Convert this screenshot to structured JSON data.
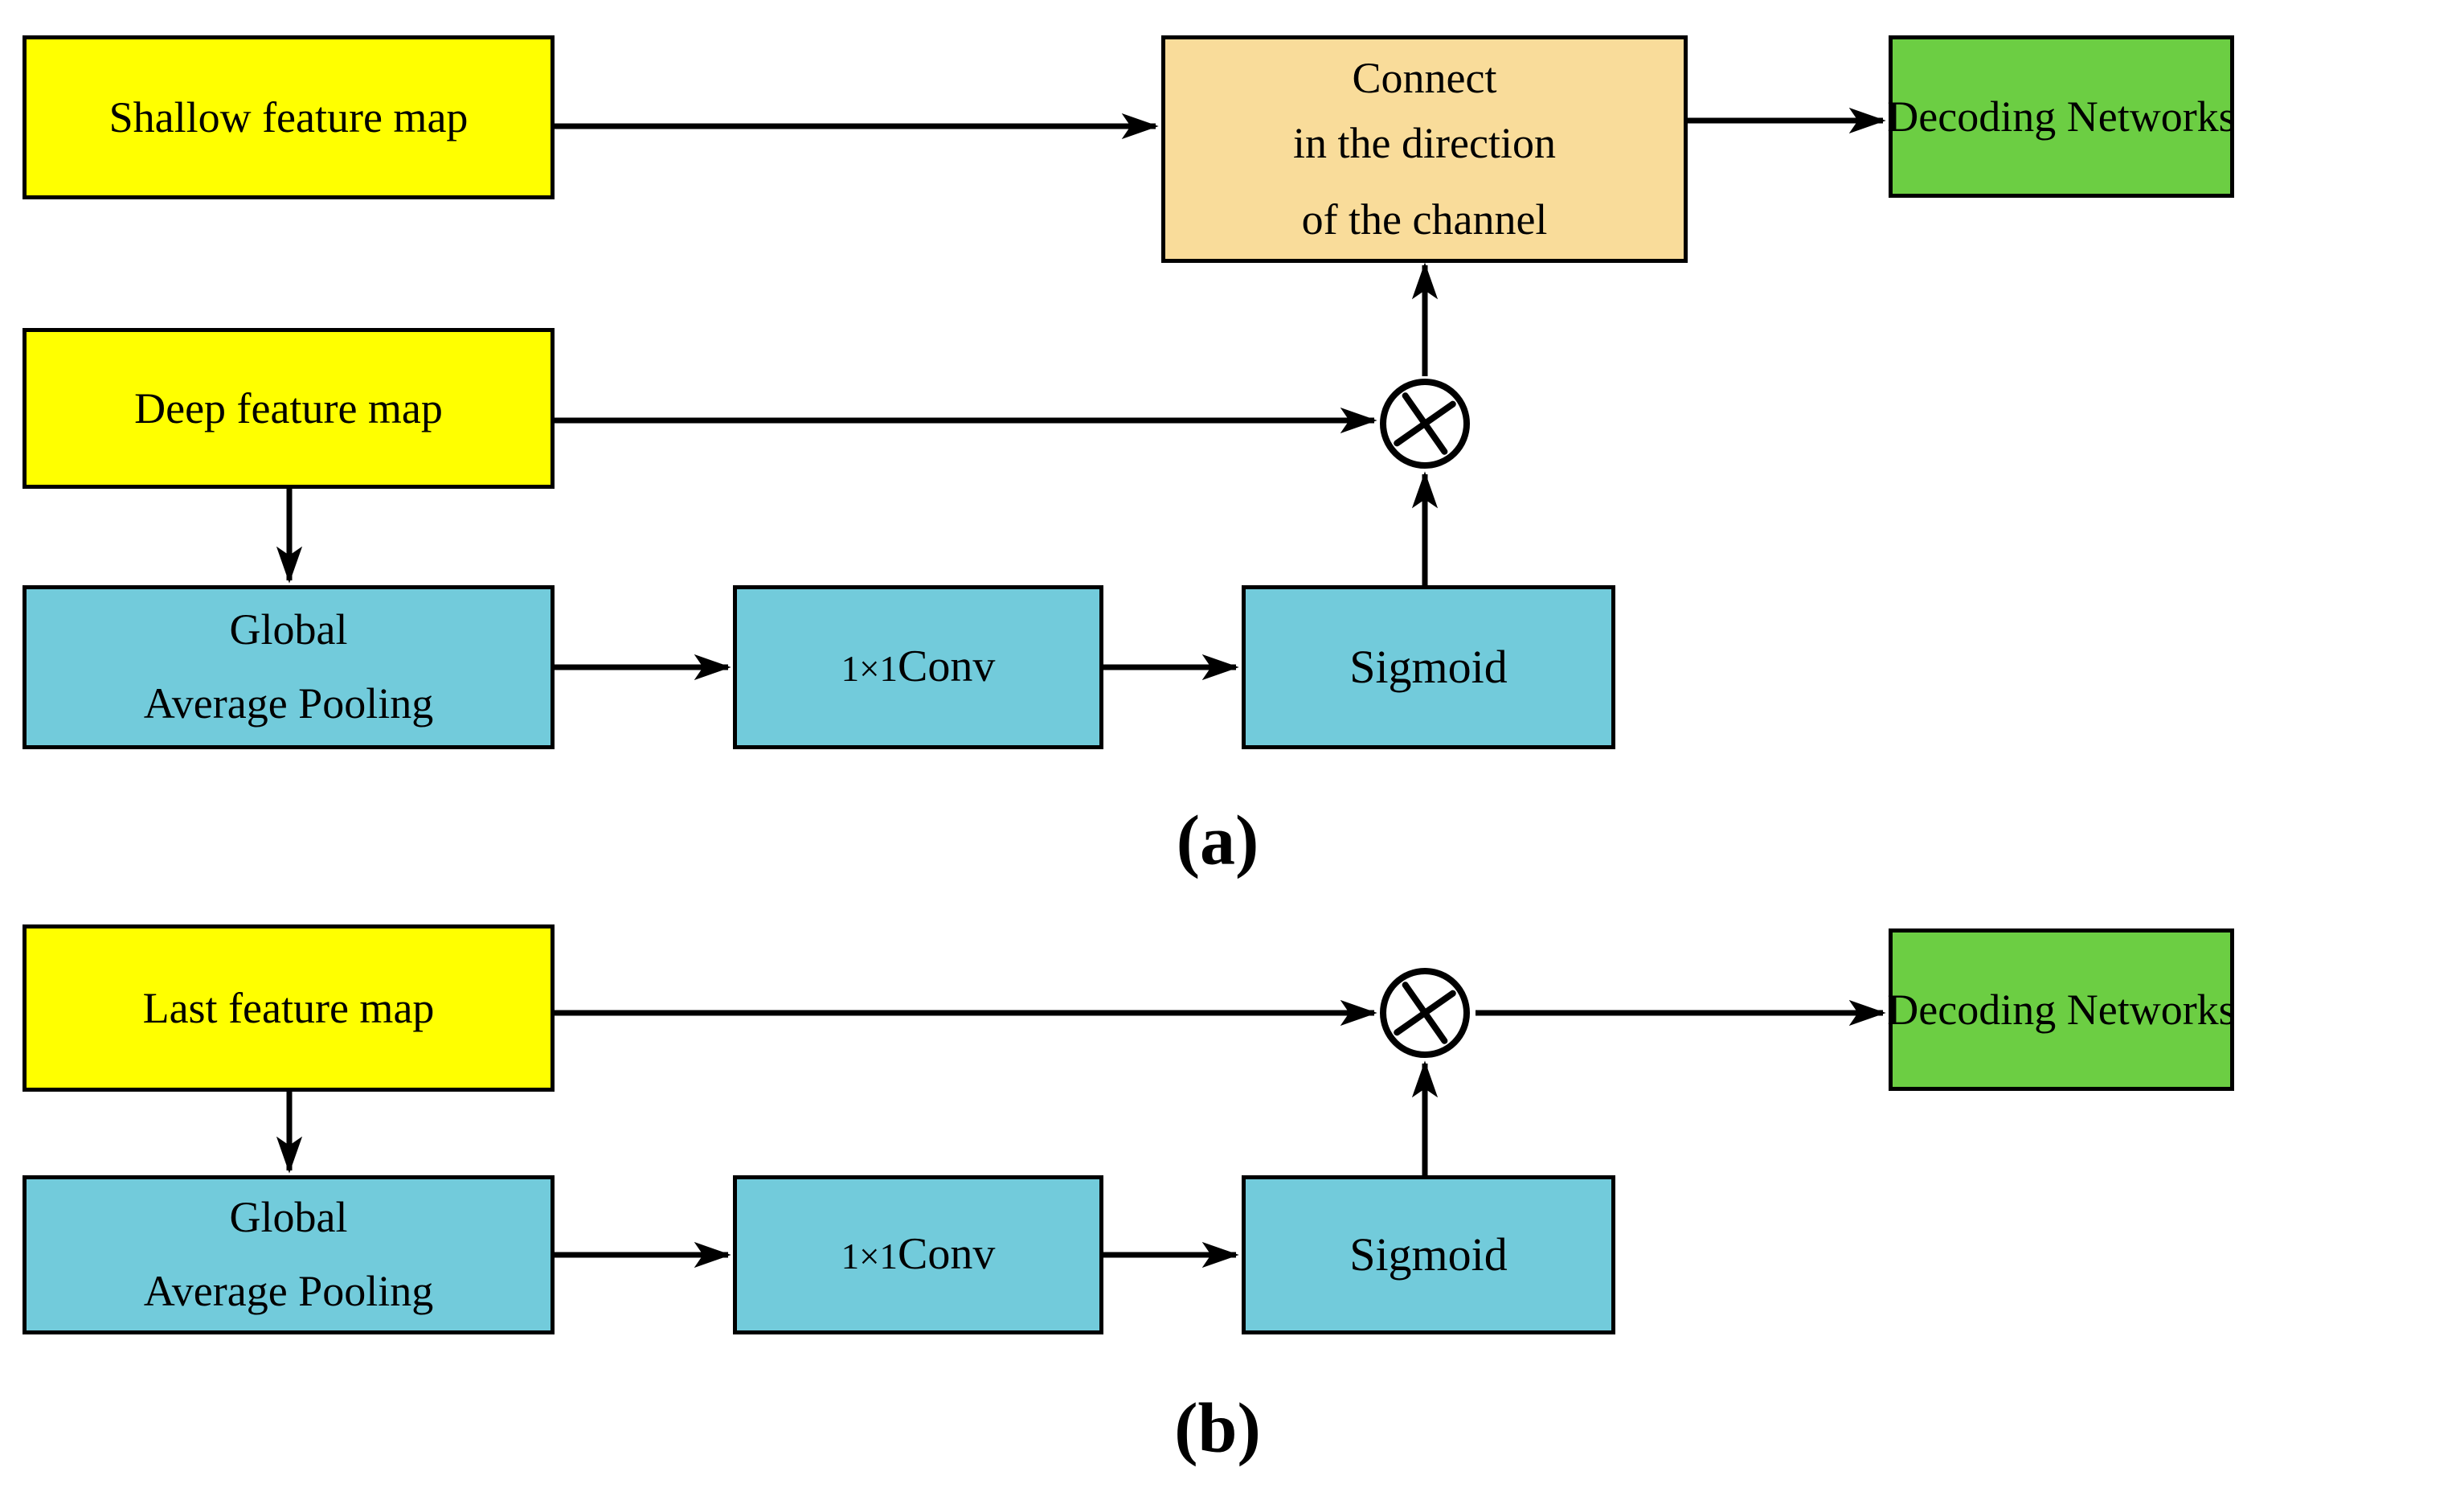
{
  "figure": {
    "panels": {
      "a": {
        "caption": "(a)",
        "shallow_box": "Shallow feature map",
        "deep_box": "Deep feature map",
        "connect_box_lines": [
          "Connect",
          "in the direction",
          "of the channel"
        ],
        "decoding_box": "Decoding Networks",
        "gap_box_lines": [
          "Global",
          "Average Pooling"
        ],
        "conv_box": {
          "prefix": "1×1",
          "suffix": "Conv"
        },
        "sigmoid_box": "Sigmoid",
        "multiply_operator": "×"
      },
      "b": {
        "caption": "(b)",
        "last_box": "Last feature map",
        "gap_box_lines": [
          "Global",
          "Average Pooling"
        ],
        "conv_box": {
          "prefix": "1×1",
          "suffix": "Conv"
        },
        "sigmoid_box": "Sigmoid",
        "decoding_box": "Decoding Networks",
        "multiply_operator": "×"
      }
    },
    "colors": {
      "feature_map_fill": "#FFFF00",
      "connect_fill": "#F9DC9A",
      "decoding_fill": "#6CCE43",
      "operation_fill": "#72CBDB",
      "outline": "#000000",
      "background": "#FFFFFF"
    }
  }
}
